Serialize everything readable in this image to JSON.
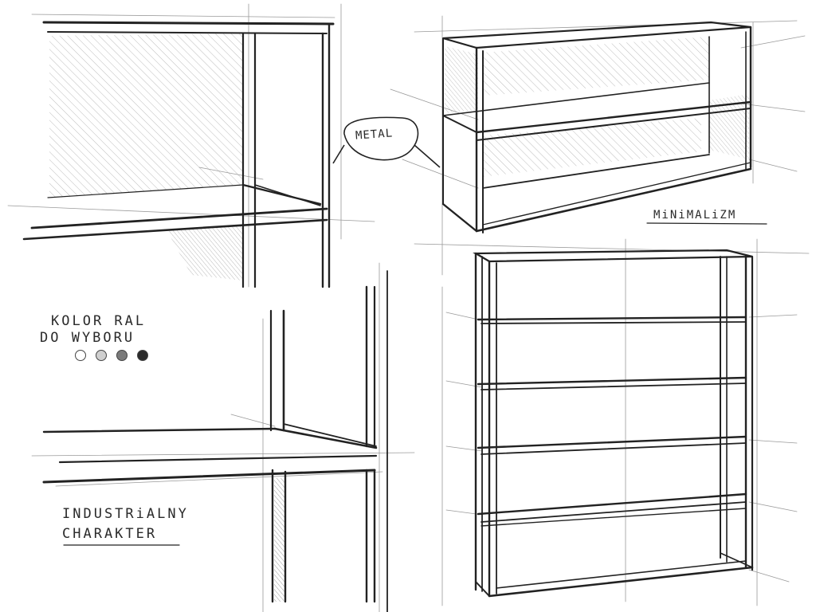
{
  "labels": {
    "metal": "METAL",
    "minimalizm": "MiNiMALiZM",
    "kolor_line1": "KOLOR RAL",
    "kolor_line2": "DO WYBORU",
    "industrial_line1": "INDUSTRiALNY",
    "industrial_line2": "CHARAKTER"
  },
  "swatches": [
    {
      "name": "swatch-white",
      "color": "#ffffff"
    },
    {
      "name": "swatch-light-grey",
      "color": "#cfcfcf"
    },
    {
      "name": "swatch-dark-grey",
      "color": "#7a7a7a"
    },
    {
      "name": "swatch-black",
      "color": "#2b2b2b"
    }
  ],
  "colors": {
    "ink": "#222222",
    "guide": "#9a9a9a",
    "hatch": "#b8b8b8",
    "paper": "#ffffff"
  }
}
